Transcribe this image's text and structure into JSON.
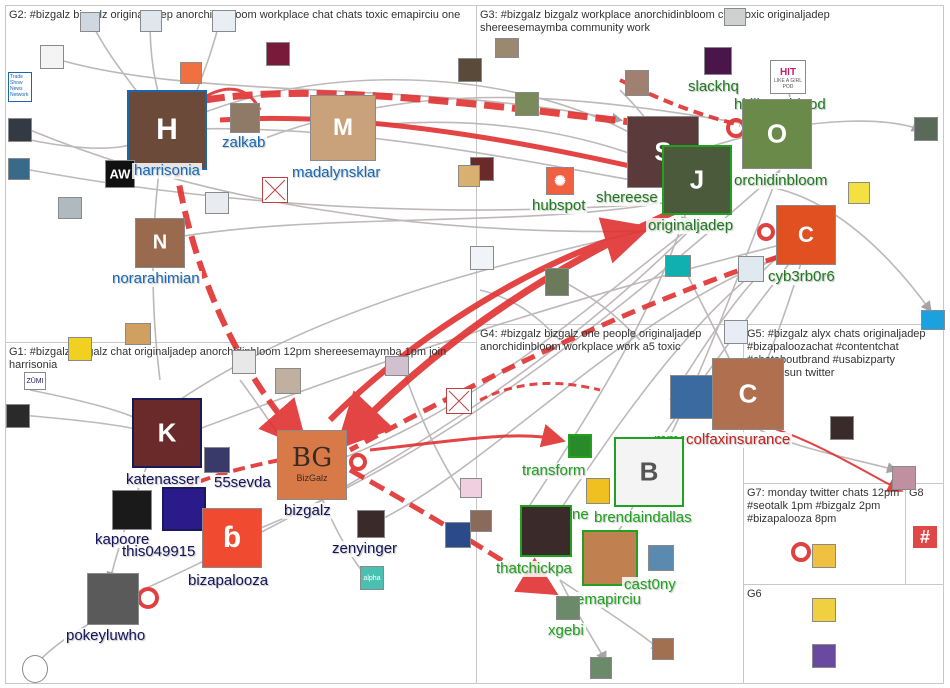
{
  "groups": [
    {
      "id": "G1",
      "title": "G1: #bizgalz bizgalz chat originaljadep anorchidinbloom 12pm shereesemaymba 1pm join harrisonia"
    },
    {
      "id": "G2",
      "title": "G2: #bizgalz bizgalz originaljadep anorchidinbloom workplace chat chats toxic emapirciu one"
    },
    {
      "id": "G3",
      "title": "G3: #bizgalz bizgalz workplace anorchidinbloom chat toxic originaljadep shereesemaymba community work"
    },
    {
      "id": "G4",
      "title": "G4: #bizgalz bizgalz one people originaljadep anorchidinbloom workplace work a5 toxic"
    },
    {
      "id": "G5",
      "title": "G5: #bizgalz alyx chats originaljadep #bizapaloozachat #contentchat #chataboutbrand #usabizparty #winniesun twitter"
    },
    {
      "id": "G6",
      "title": "G6"
    },
    {
      "id": "G7",
      "title": "G7: monday twitter chats 12pm #seotalk 1pm #bizgalz 2pm #bizapalooza 8pm"
    },
    {
      "id": "G8",
      "title": "G8"
    }
  ],
  "labels": {
    "harrisonia": "harrisonia",
    "zalkab": "zalkab",
    "madalynsklar": "madalynsklar",
    "norarahimian": "norarahimian",
    "slackhq": "slackhq",
    "hitlikeagirlpod": "hitlikeagirlpod",
    "shereesemaymba": "shereese",
    "orchidinbloom": "orchidinbloom",
    "originaljadep": "originaljadep",
    "hubspot": "hubspot",
    "cyb3rb0r6": "cyb3rb0r6",
    "katenasser": "katenasser",
    "sevda": "55sevda",
    "kapoore": "kapoore",
    "this049915": "this049915",
    "bizgalz": "bizgalz",
    "zenyinger": "zenyinger",
    "bizapalooza": "bizapalooza",
    "pokeyluwho": "pokeyluwho",
    "colfaxinsurance": "colfaxinsurance",
    "transform": "transform",
    "brendaindallas": "brendaindallas",
    "thatchickpa": "thatchickpa",
    "emapirciu": "emapirciu",
    "xgebi": "xgebi",
    "cast0ny": "cast0ny",
    "ne": "ne",
    "mme": "mme"
  },
  "logos": {
    "bizgalz": "BG",
    "bizgalz_sub": "BizGalz",
    "aw": "AW",
    "hashtag": "#",
    "hit": "HIT",
    "hit_sub": "LIKE A GIRL POD",
    "trade_show": "Trade Show News Network",
    "zumi": "ZŪMI",
    "alpha": "alpha"
  },
  "colors": {
    "group1": "#14145a",
    "group2": "#1769b5",
    "group3": "#1e7a1e",
    "group4": "#1ea21e",
    "group5": "#c81e1e",
    "strong_edge": "#e03030",
    "weak_edge": "#b0a8a8"
  },
  "icons": [
    "bizgalz-logo",
    "bizapalooza-logo",
    "hubspot-logo",
    "slack-logo",
    "hashtag-logo",
    "aw-logo",
    "zumi-logo"
  ]
}
